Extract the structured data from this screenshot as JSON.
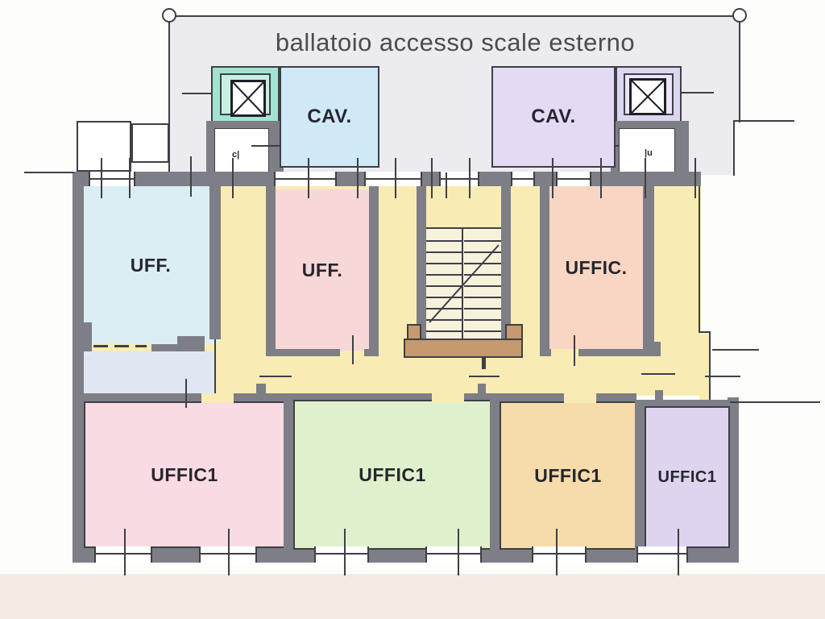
{
  "walkway": {
    "label": "ballatoio accesso scale esterno"
  },
  "rooms": {
    "cav_left": {
      "label": "CAV."
    },
    "cav_right": {
      "label": "CAV."
    },
    "uff_left": {
      "label": "UFF."
    },
    "uff_mid": {
      "label": "UFF."
    },
    "uffic_right": {
      "label": "UFFIC."
    },
    "ufficio_bottom_left": {
      "label": "UFFIC1"
    },
    "ufficio_bottom_center": {
      "label": "UFFIC1"
    },
    "ufficio_bottom_right": {
      "label": "UFFIC1"
    },
    "ufficio_bottom_far_right": {
      "label": "UFFIC1"
    }
  },
  "door_marks": {
    "left": "c|",
    "right": "|u"
  },
  "colors": {
    "walkway": "#ecebf0",
    "corridor": "#f8ecb4",
    "wall": "#7e7e86",
    "line": "#3f3f45",
    "cav_left": "#d0e9f6",
    "cav_right": "#e4daf4",
    "uff_left": "#daeef3",
    "uff_mid": "#f8d7d7",
    "uffic_right": "#f8d6c3",
    "anteroom": "#e0e6f2",
    "stairs": "#f6f2dc",
    "stair_landing": "#c59a6e",
    "elevator_left": "#a3e3d1",
    "elevator_right": "#ded6f0",
    "ufficio_pink": "#f9dbe4",
    "ufficio_green": "#dff1cc",
    "ufficio_tan": "#f6dcab",
    "ufficio_purple": "#ded4f0",
    "ground_strip": "#f2ece3"
  }
}
